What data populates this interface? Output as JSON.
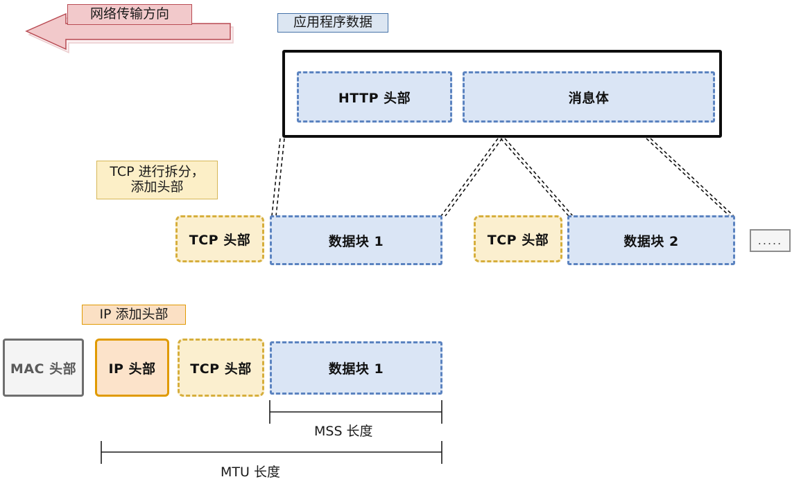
{
  "diagram": {
    "title_unused": "",
    "direction_arrow": {
      "label": "网络传输方向",
      "fill": "#F2C9CB",
      "stroke": "#B84A52",
      "points_left": true
    },
    "annotations": [
      {
        "name": "app-data-label",
        "text": "应用程序数据",
        "style": "blue"
      },
      {
        "name": "tcp-split-label",
        "text": "TCP 进行拆分，\n添加头部",
        "style": "cream"
      },
      {
        "name": "ip-add-header-label",
        "text": "IP 添加头部",
        "style": "peach"
      }
    ],
    "app_layer": {
      "http_header": "HTTP 头部",
      "message_body": "消息体"
    },
    "tcp_layer": {
      "tcp_header_1": "TCP 头部",
      "data_block_1": "数据块 1",
      "tcp_header_2": "TCP 头部",
      "data_block_2": "数据块 2",
      "ellipsis": "....."
    },
    "ip_layer": {
      "mac_header": "MAC 头部",
      "ip_header": "IP 头部",
      "tcp_header": "TCP 头部",
      "data_block": "数据块 1"
    },
    "measures": [
      {
        "name": "mss",
        "label": "MSS 长度"
      },
      {
        "name": "mtu",
        "label": "MTU 长度"
      }
    ],
    "colors": {
      "blue_fill": "#DAE5F5",
      "blue_stroke": "#5B83C0",
      "cream_fill": "#FBEFCF",
      "cream_stroke": "#D6AE3C",
      "peach_fill": "#FCE3CA",
      "orange_stroke": "#E09A00",
      "gray_fill": "#F4F4F4",
      "gray_stroke": "#6E6E6E",
      "pink_fill": "#F2C9CB",
      "pink_stroke": "#B84A52"
    }
  }
}
